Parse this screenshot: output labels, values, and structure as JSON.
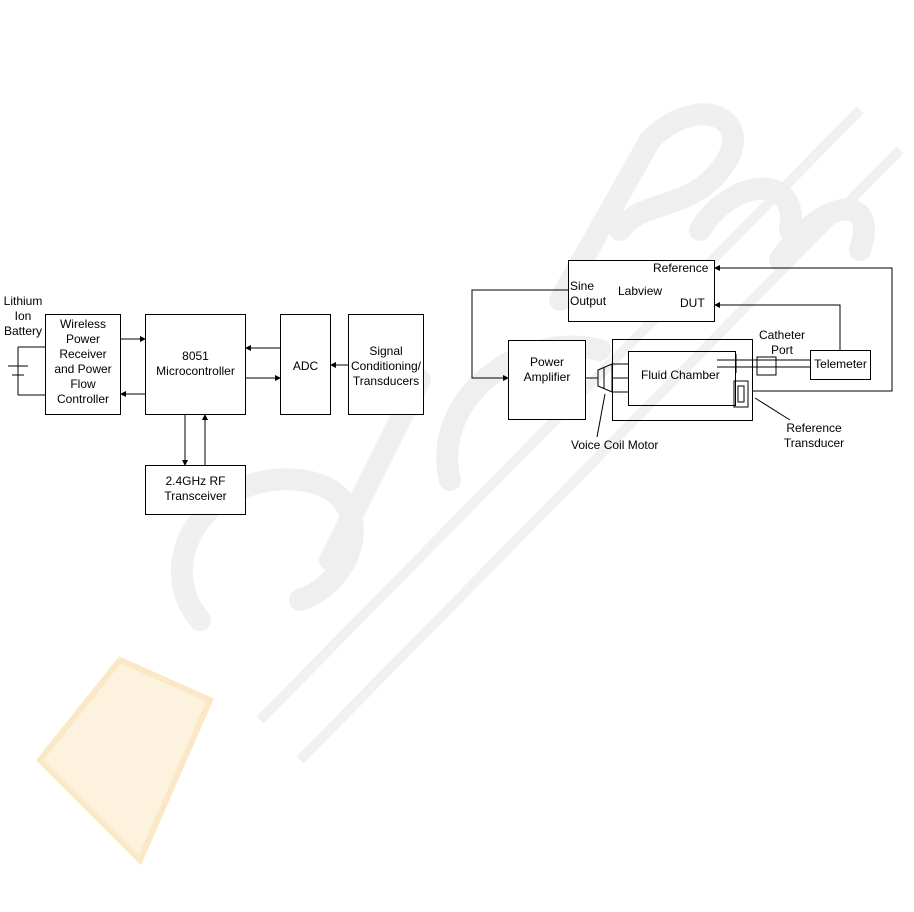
{
  "left_diagram": {
    "battery": "Lithium\nIon\nBattery",
    "wireless": "Wireless\nPower\nReceiver\nand Power\nFlow\nController",
    "mcu": "8051\nMicrocontroller",
    "adc": "ADC",
    "signal": "Signal\nConditioning/\nTransducers",
    "rf": "2.4GHz RF\nTransceiver"
  },
  "right_diagram": {
    "labview": "Labview",
    "sine_output": "Sine\nOutput",
    "reference": "Reference",
    "dut": "DUT",
    "power_amp": "Power\nAmplifier",
    "fluid_chamber": "Fluid Chamber",
    "catheter_port": "Catheter\nPort",
    "telemeter": "Telemeter",
    "voice_coil": "Voice Coil Motor",
    "reference_transducer": "Reference\nTransducer"
  },
  "colors": {
    "line": "#000000",
    "watermark": "#eeeeee",
    "watermark_accent": "#fbe3b8"
  }
}
